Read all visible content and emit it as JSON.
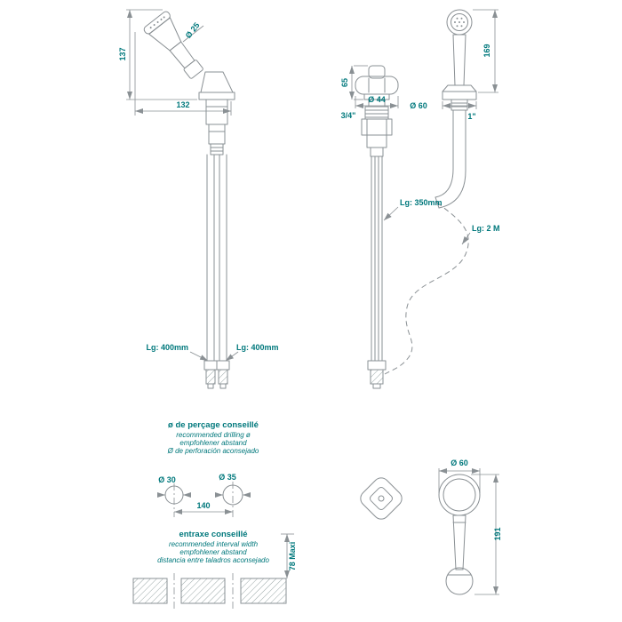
{
  "colors": {
    "line_color": "#8a9094",
    "dim_text_color": "#00787c",
    "bg_color": "#ffffff"
  },
  "front_view": {
    "head_diameter": "Ø 25",
    "height": "137",
    "width": "132",
    "left_hose_length": "Lg: 400mm",
    "right_hose_length": "Lg: 400mm"
  },
  "side_view": {
    "handle_height": "65",
    "handle_diameter": "Ø 44",
    "handle_thread": "3/4\"",
    "shower_height": "169",
    "flange_diameter": "Ø 60",
    "shower_thread": "1\"",
    "hose_length": "Lg: 350mm",
    "flex_hose_length": "Lg: 2 M"
  },
  "drilling_note": {
    "title": "ø de perçage conseillé",
    "line_en": "recommended drilling ø",
    "line_de": "empfohlener abstand",
    "line_es": "Ø de perforación aconsejado",
    "hole_left": "Ø 30",
    "hole_right": "Ø 35",
    "hole_spacing": "140"
  },
  "spacing_note": {
    "title": "entraxe conseillé",
    "line_en": "recommended interval width",
    "line_de": "empfohlener abstand",
    "line_es": "distancia entre taladros aconsejado",
    "deck_max": "78 Maxi"
  },
  "handle_detail": {
    "flange_diameter": "Ø 60",
    "height": "191"
  }
}
